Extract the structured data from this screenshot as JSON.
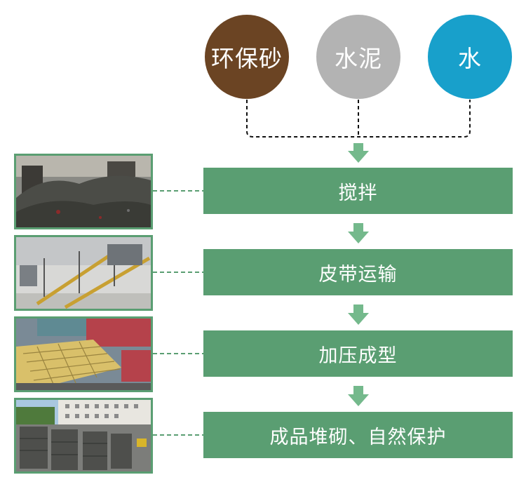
{
  "colors": {
    "step_green": "#5a9e72",
    "arrow_green": "#74b98c",
    "dashed_line": "#111111",
    "connector_green": "#5a9e72"
  },
  "materials": [
    {
      "label": "环保砂",
      "color": "#6b4423"
    },
    {
      "label": "水泥",
      "color": "#b3b3b3"
    },
    {
      "label": "水",
      "color": "#18a0cb"
    }
  ],
  "steps": [
    {
      "label": "搅拌",
      "photo": "mixed-sand-pile-photo"
    },
    {
      "label": "皮带运输",
      "photo": "belt-conveyor-photo"
    },
    {
      "label": "加压成型",
      "photo": "pressed-bricks-photo"
    },
    {
      "label": "成品堆砌、自然保护",
      "photo": "brick-stacking-yard-photo"
    }
  ]
}
